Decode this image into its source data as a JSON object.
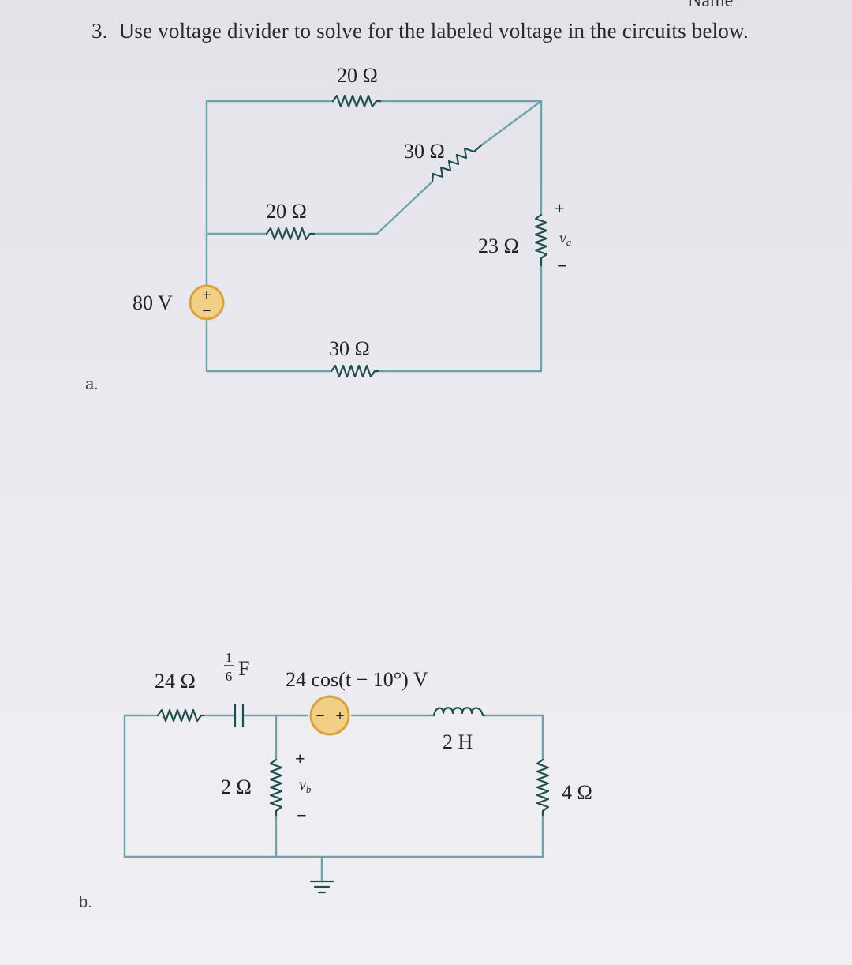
{
  "header": {
    "corner_text": "Name"
  },
  "question": {
    "number": "3.",
    "text": "Use voltage divider to solve for the labeled voltage in the circuits below."
  },
  "part_a": {
    "label": "a.",
    "resistor_top": "20 Ω",
    "resistor_diagonal": "30 Ω",
    "resistor_middle": "20 Ω",
    "resistor_right": "23 Ω",
    "resistor_bottom": "30 Ω",
    "source": "80 V",
    "source_plus": "+",
    "source_minus": "−",
    "output_plus": "+",
    "output_label": "v",
    "output_subscript": "a",
    "output_minus": "−"
  },
  "part_b": {
    "label": "b.",
    "resistor_left": "24 Ω",
    "capacitor_numerator": "1",
    "capacitor_denominator": "6",
    "capacitor_unit": "F",
    "source": "24 cos(t − 10°) V",
    "source_minus": "−",
    "source_plus": "+",
    "inductor": "2 H",
    "resistor_middle": "2 Ω",
    "resistor_right": "4 Ω",
    "output_plus": "+",
    "output_label": "v",
    "output_subscript": "b",
    "output_minus": "−"
  },
  "colors": {
    "wire": "#6ca3aa",
    "component": "#1f4f4c",
    "source_fill": "#f2cf86",
    "source_ring": "#d9a23c"
  }
}
